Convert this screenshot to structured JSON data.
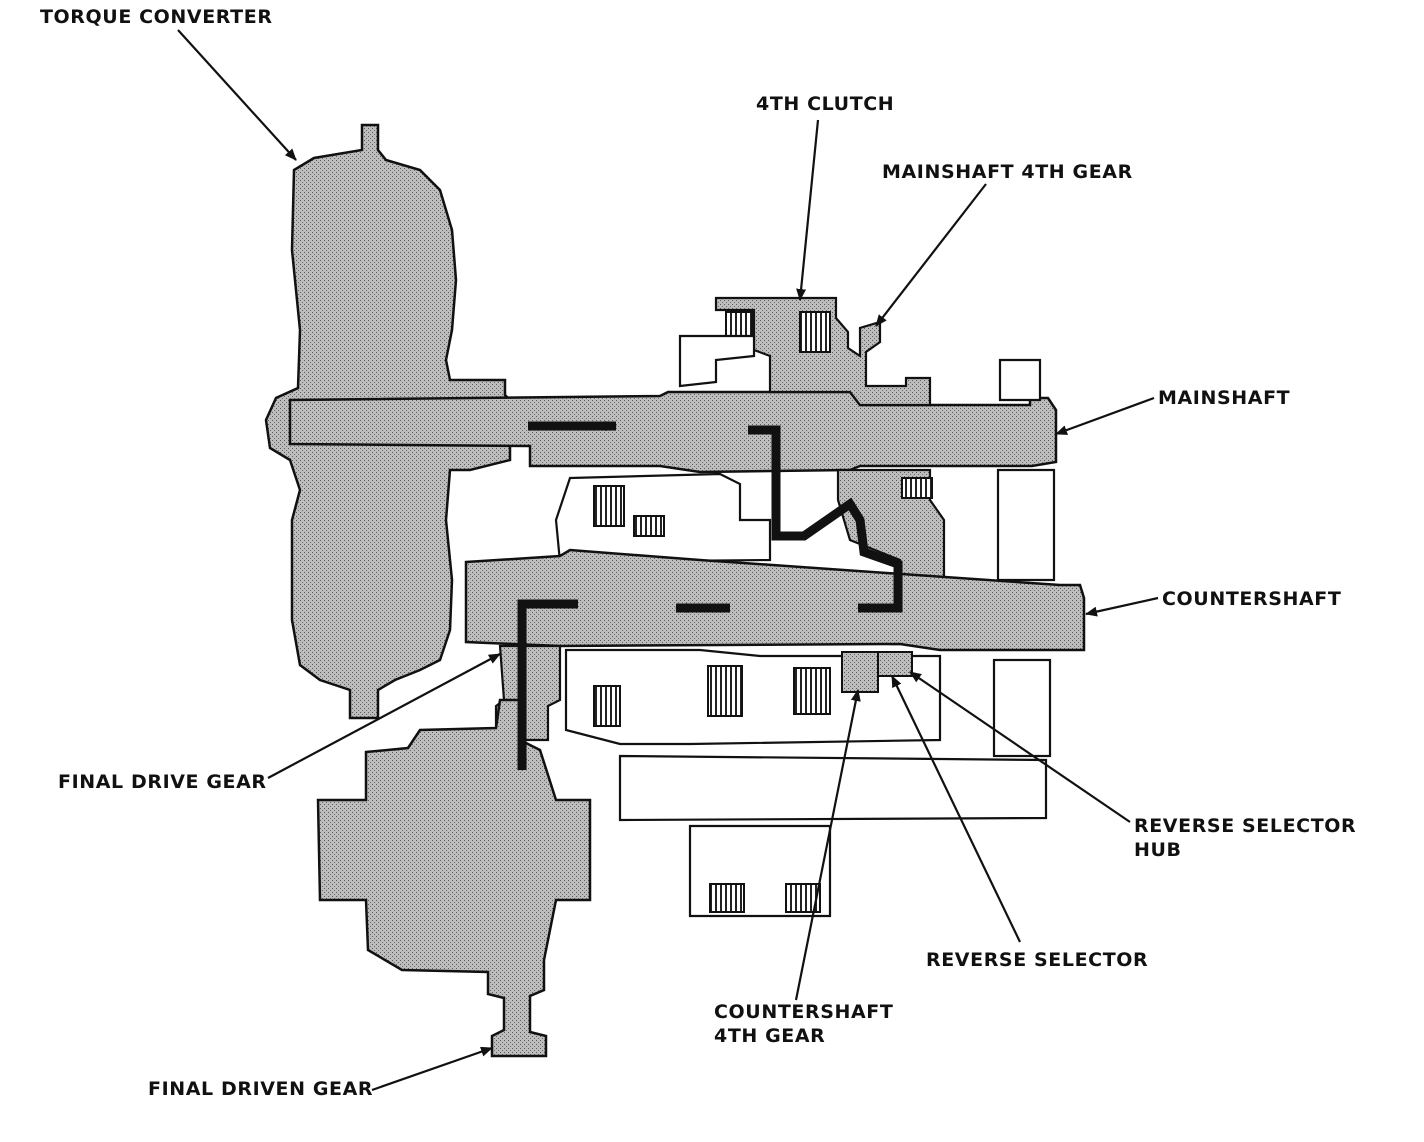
{
  "colors": {
    "ink": "#111111",
    "shade": "#b4b4b4",
    "paper": "#ffffff"
  },
  "labels": {
    "torque_converter": "TORQUE CONVERTER",
    "fourth_clutch": "4TH CLUTCH",
    "mainshaft_4th_gear": "MAINSHAFT 4TH GEAR",
    "mainshaft": "MAINSHAFT",
    "countershaft": "COUNTERSHAFT",
    "final_drive_gear": "FINAL DRIVE GEAR",
    "reverse_selector_hub_line1": "REVERSE SELECTOR",
    "reverse_selector_hub_line2": "HUB",
    "reverse_selector": "REVERSE SELECTOR",
    "countershaft_4th_gear_line1": "COUNTERSHAFT",
    "countershaft_4th_gear_line2": "4TH GEAR",
    "final_driven_gear": "FINAL DRIVEN GEAR"
  }
}
